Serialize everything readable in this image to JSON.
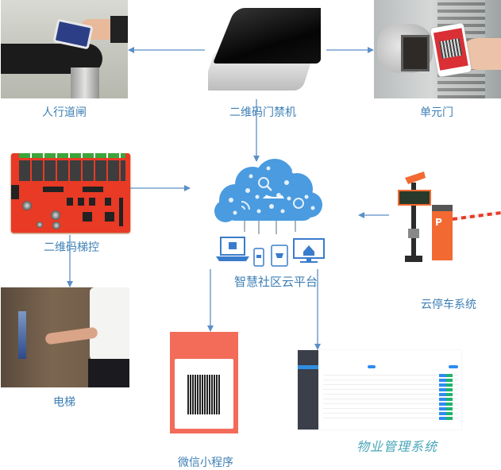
{
  "diagram": {
    "center": {
      "label": "智慧社区云平台",
      "icon": "cloud-network-icon"
    },
    "nodes": [
      {
        "id": "qr-access-controller",
        "label": "二维码门禁机"
      },
      {
        "id": "pedestrian-gate",
        "label": "人行道闸"
      },
      {
        "id": "unit-door",
        "label": "单元门"
      },
      {
        "id": "qr-elevator-control",
        "label": "二维码梯控"
      },
      {
        "id": "elevator",
        "label": "电梯"
      },
      {
        "id": "cloud-parking",
        "label": "云停车系统"
      },
      {
        "id": "wechat-mini-program",
        "label": "微信小程序"
      },
      {
        "id": "property-management",
        "label": "物业管理系统"
      }
    ],
    "edges": [
      {
        "from": "二维码门禁机",
        "to": "人行道闸"
      },
      {
        "from": "二维码门禁机",
        "to": "单元门"
      },
      {
        "from": "二维码门禁机",
        "to": "智慧社区云平台"
      },
      {
        "from": "二维码梯控",
        "to": "智慧社区云平台"
      },
      {
        "from": "二维码梯控",
        "to": "电梯"
      },
      {
        "from": "云停车系统",
        "to": "智慧社区云平台"
      },
      {
        "from": "智慧社区云平台",
        "to": "微信小程序"
      },
      {
        "from": "智慧社区云平台",
        "to": "物业管理系统"
      }
    ],
    "colors": {
      "arrow": "#5b8fc6",
      "label": "#3d7fb5",
      "cloud": "#4a9be0",
      "accent_red": "#f26c59",
      "accent_blue": "#2d8cf0",
      "accent_green": "#1fb36b"
    }
  }
}
